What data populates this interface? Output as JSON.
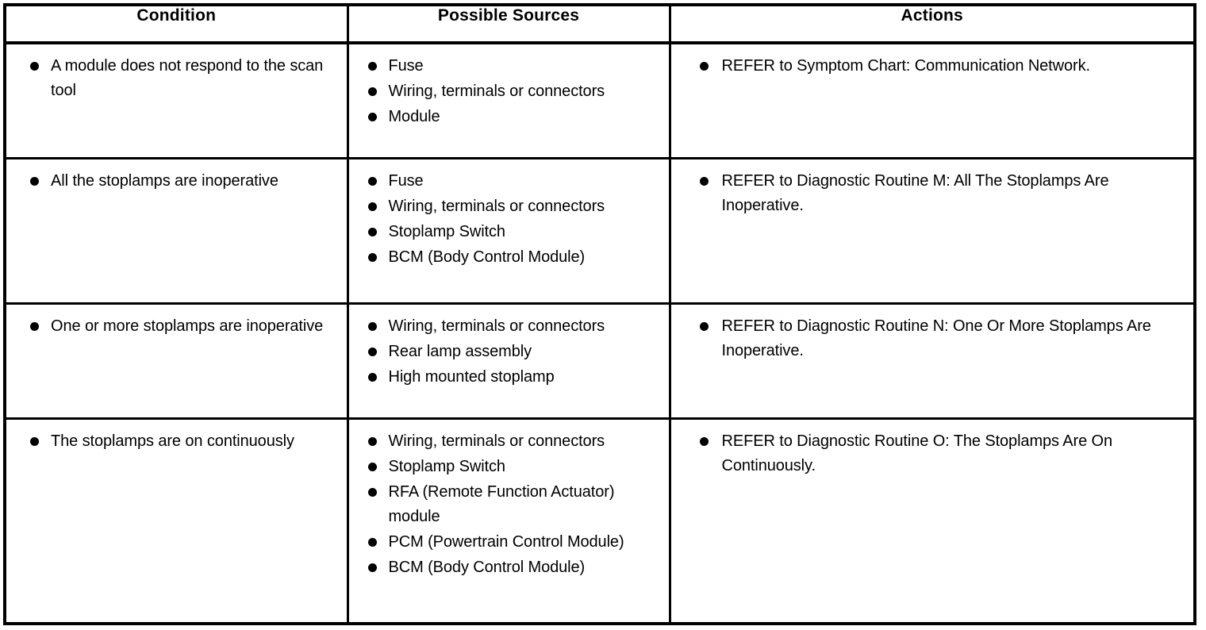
{
  "table": {
    "headers": {
      "condition": "Condition",
      "sources": "Possible Sources",
      "actions": "Actions"
    },
    "rows": [
      {
        "condition": [
          "A module does not respond to the scan tool"
        ],
        "sources": [
          "Fuse",
          "Wiring, terminals or connectors",
          "Module"
        ],
        "actions": [
          "REFER to Symptom Chart: Communication Network."
        ]
      },
      {
        "condition": [
          "All the stoplamps are inoperative"
        ],
        "sources": [
          "Fuse",
          "Wiring, terminals or connectors",
          "Stoplamp Switch",
          "BCM (Body Control Module)"
        ],
        "actions": [
          "REFER to Diagnostic Routine M: All The Stoplamps Are Inoperative."
        ]
      },
      {
        "condition": [
          "One or more stoplamps are inoperative"
        ],
        "sources": [
          "Wiring, terminals or connectors",
          "Rear lamp assembly",
          "High mounted stoplamp"
        ],
        "actions": [
          "REFER to Diagnostic Routine N: One Or More Stoplamps Are Inoperative."
        ]
      },
      {
        "condition": [
          "The stoplamps are on continuously"
        ],
        "sources": [
          "Wiring, terminals or connectors",
          "Stoplamp Switch",
          "RFA (Remote Function Actuator) module",
          "PCM (Powertrain Control Module)",
          "BCM (Body Control Module)"
        ],
        "actions": [
          "REFER to Diagnostic Routine O: The Stoplamps Are On Continuously."
        ]
      }
    ]
  },
  "colors": {
    "border": "#000000",
    "background": "#ffffff",
    "text": "#000000"
  }
}
